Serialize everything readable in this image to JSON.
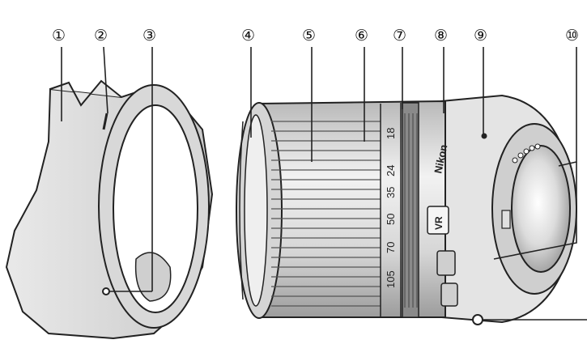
{
  "callouts": [
    {
      "id": "1",
      "label": "①"
    },
    {
      "id": "2",
      "label": "②"
    },
    {
      "id": "3",
      "label": "③"
    },
    {
      "id": "4",
      "label": "④"
    },
    {
      "id": "5",
      "label": "⑤"
    },
    {
      "id": "6",
      "label": "⑥"
    },
    {
      "id": "7",
      "label": "⑦"
    },
    {
      "id": "8",
      "label": "⑧"
    },
    {
      "id": "9",
      "label": "⑨"
    },
    {
      "id": "10",
      "label": "⑩"
    }
  ],
  "focal_scale": [
    "18",
    "24",
    "35",
    "50",
    "70",
    "105"
  ],
  "lens_markings": {
    "brand": "Nikon",
    "vr_badge": "VR"
  },
  "colors": {
    "line": "#222222",
    "shade_light": "#e6e6e6",
    "shade_mid": "#c4c4c4",
    "shade_dark": "#8a8a8a"
  }
}
